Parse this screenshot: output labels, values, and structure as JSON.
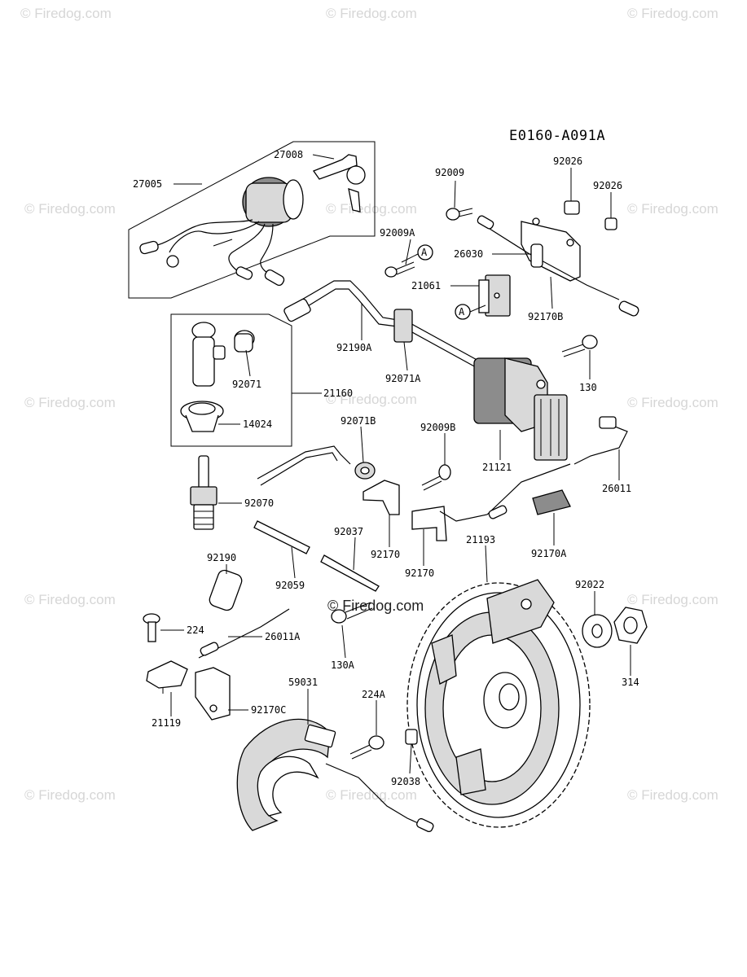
{
  "diagram_code": "E0160-A091A",
  "watermark": "© Firedog.com",
  "callout_letter": "A",
  "parts": [
    {
      "label": "27008"
    },
    {
      "label": "27005"
    },
    {
      "label": "92009"
    },
    {
      "label": "92026"
    },
    {
      "label": "92026"
    },
    {
      "label": "92009A"
    },
    {
      "label": "26030"
    },
    {
      "label": "21061"
    },
    {
      "label": "92170B"
    },
    {
      "label": "92190A"
    },
    {
      "label": "92071"
    },
    {
      "label": "92071A"
    },
    {
      "label": "130"
    },
    {
      "label": "21160"
    },
    {
      "label": "14024"
    },
    {
      "label": "92071B"
    },
    {
      "label": "92009B"
    },
    {
      "label": "21121"
    },
    {
      "label": "26011"
    },
    {
      "label": "92070"
    },
    {
      "label": "92037"
    },
    {
      "label": "21193"
    },
    {
      "label": "92170"
    },
    {
      "label": "92170"
    },
    {
      "label": "92170A"
    },
    {
      "label": "92190"
    },
    {
      "label": "92059"
    },
    {
      "label": "92022"
    },
    {
      "label": "224"
    },
    {
      "label": "26011A"
    },
    {
      "label": "130A"
    },
    {
      "label": "314"
    },
    {
      "label": "59031"
    },
    {
      "label": "224A"
    },
    {
      "label": "92170C"
    },
    {
      "label": "21119"
    },
    {
      "label": "92038"
    }
  ]
}
